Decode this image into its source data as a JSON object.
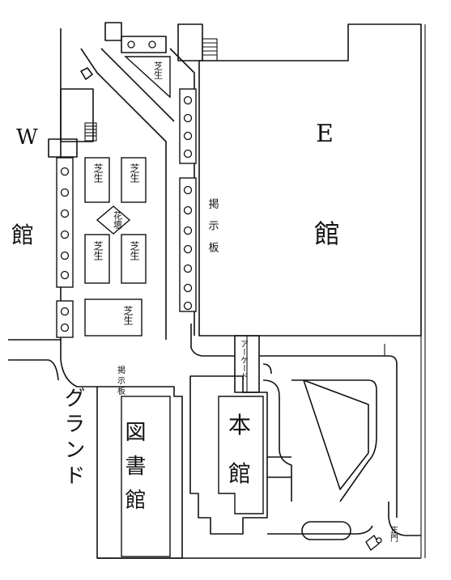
{
  "labels": {
    "e_hall": "E",
    "e_hall_kan": "館",
    "w_hall": "W",
    "w_hall_kan": "館",
    "notice_board_1": "掲示板",
    "notice_board_2": "掲示板",
    "arcade": "アーケード",
    "ground": "グランド",
    "library": "図書館",
    "main_hall_hon": "本",
    "main_hall_kan": "館",
    "main_gate": "正門",
    "flower_bed": "花壇",
    "lawn": "芝生"
  }
}
